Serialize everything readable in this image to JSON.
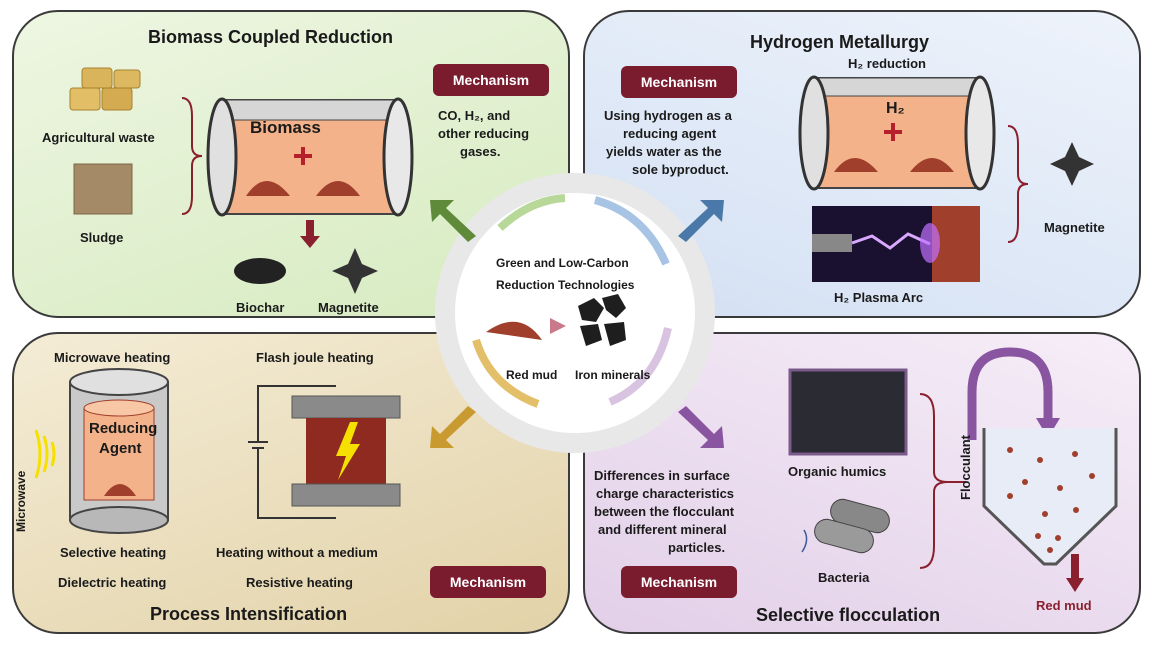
{
  "biomass": {
    "title": "Biomass Coupled Reduction",
    "mechanism_label": "Mechanism",
    "mechanism_text": [
      "CO, H₂, and",
      "other reducing",
      "gases."
    ],
    "agricultural_waste": "Agricultural waste",
    "sludge": "Sludge",
    "reactor_label": "Biomass",
    "biochar": "Biochar",
    "magnetite": "Magnetite"
  },
  "hydrogen": {
    "title": "Hydrogen Metallurgy",
    "mechanism_label": "Mechanism",
    "mechanism_text": [
      "Using hydrogen as a",
      "reducing agent",
      "yields water as the",
      "sole byproduct."
    ],
    "h2_reduction": "H₂ reduction",
    "reactor_label": "H₂",
    "magnetite": "Magnetite",
    "plasma_arc": "H₂ Plasma Arc"
  },
  "center": {
    "title_line1": "Green and Low-Carbon",
    "title_line2": "Reduction Technologies",
    "red_mud": "Red mud",
    "iron_minerals": "Iron minerals"
  },
  "process": {
    "title": "Process Intensification",
    "microwave_heating": "Microwave heating",
    "flash_joule_heating": "Flash joule heating",
    "reducing_agent": [
      "Reducing",
      "Agent"
    ],
    "microwave": "Microwave",
    "selective_heating": "Selective heating",
    "dielectric_heating": "Dielectric heating",
    "heating_without_medium": "Heating without a medium",
    "resistive_heating": "Resistive heating",
    "mechanism_label": "Mechanism"
  },
  "flocculation": {
    "title": "Selective flocculation",
    "mechanism_text": [
      "Differences in surface",
      "charge characteristics",
      "between the flocculant",
      "and different mineral",
      "particles."
    ],
    "mechanism_label": "Mechanism",
    "organic_humics": "Organic humics",
    "bacteria": "Bacteria",
    "flocculant": "Flocculant",
    "red_mud": "Red mud"
  },
  "colors": {
    "mechanism_box": "#7a1b2e",
    "red_mud": "#a0402c",
    "arrow_green": "#5e8a3a",
    "arrow_blue": "#4a78a8",
    "arrow_gold": "#c99a30",
    "arrow_purple": "#8a55a0"
  }
}
